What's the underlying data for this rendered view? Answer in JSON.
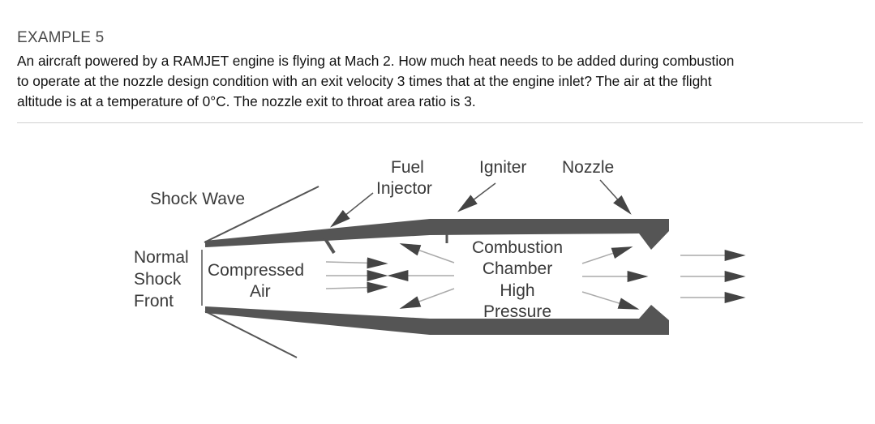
{
  "heading": "EXAMPLE 5",
  "problem_lines": [
    "An aircraft powered by a RAMJET engine is flying at Mach 2. How much heat needs to be added during combustion",
    "to operate at the nozzle design condition with an exit velocity 3 times that at the engine inlet?  The air at the flight",
    "altitude is at a temperature of 0°C. The nozzle exit to throat area ratio is 3."
  ],
  "diagram": {
    "labels": {
      "shock_wave": "Shock Wave",
      "fuel": "Fuel",
      "injector": "Injector",
      "igniter": "Igniter",
      "nozzle": "Nozzle",
      "normal": "Normal",
      "shock": "Shock",
      "front": "Front",
      "compressed": "Compressed",
      "air": "Air",
      "combustion": "Combustion",
      "chamber": "Chamber",
      "high": "High",
      "pressure": "Pressure"
    },
    "colors": {
      "engine_wall": "#555555",
      "arrow": "#444444",
      "flow_line": "#aaaaaa",
      "label": "#3a3a3a"
    }
  }
}
